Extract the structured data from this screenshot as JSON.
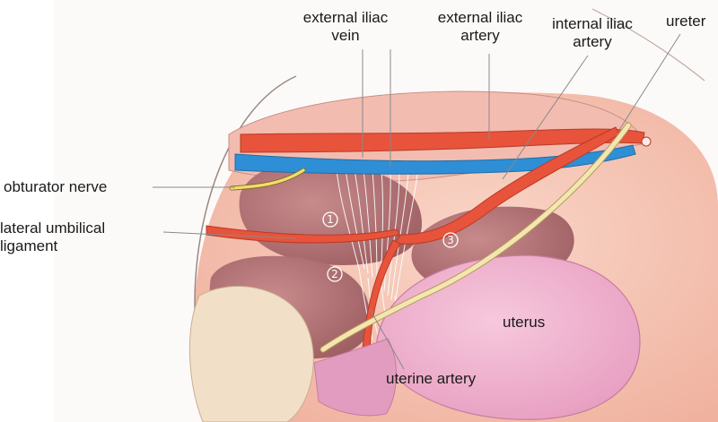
{
  "labels": {
    "external_iliac_vein": "external iliac\nvein",
    "external_iliac_artery": "external iliac\nartery",
    "internal_iliac_artery": "internal iliac\nartery",
    "ureter": "ureter",
    "obturator_nerve": "obturator nerve",
    "lateral_umbilical_ligament": "lateral umbilical\nligament",
    "uterus": "uterus",
    "uterine_artery": "uterine artery"
  },
  "space_markers": [
    "1",
    "2",
    "3"
  ],
  "colors": {
    "artery": "#e8533b",
    "vein": "#2e8fd6",
    "ureter": "#f4e6b0",
    "nerve": "#f1dc6e",
    "uterus": "#f0b3cf",
    "tissue": "#f6c4b4",
    "cavity": "#b77778"
  }
}
